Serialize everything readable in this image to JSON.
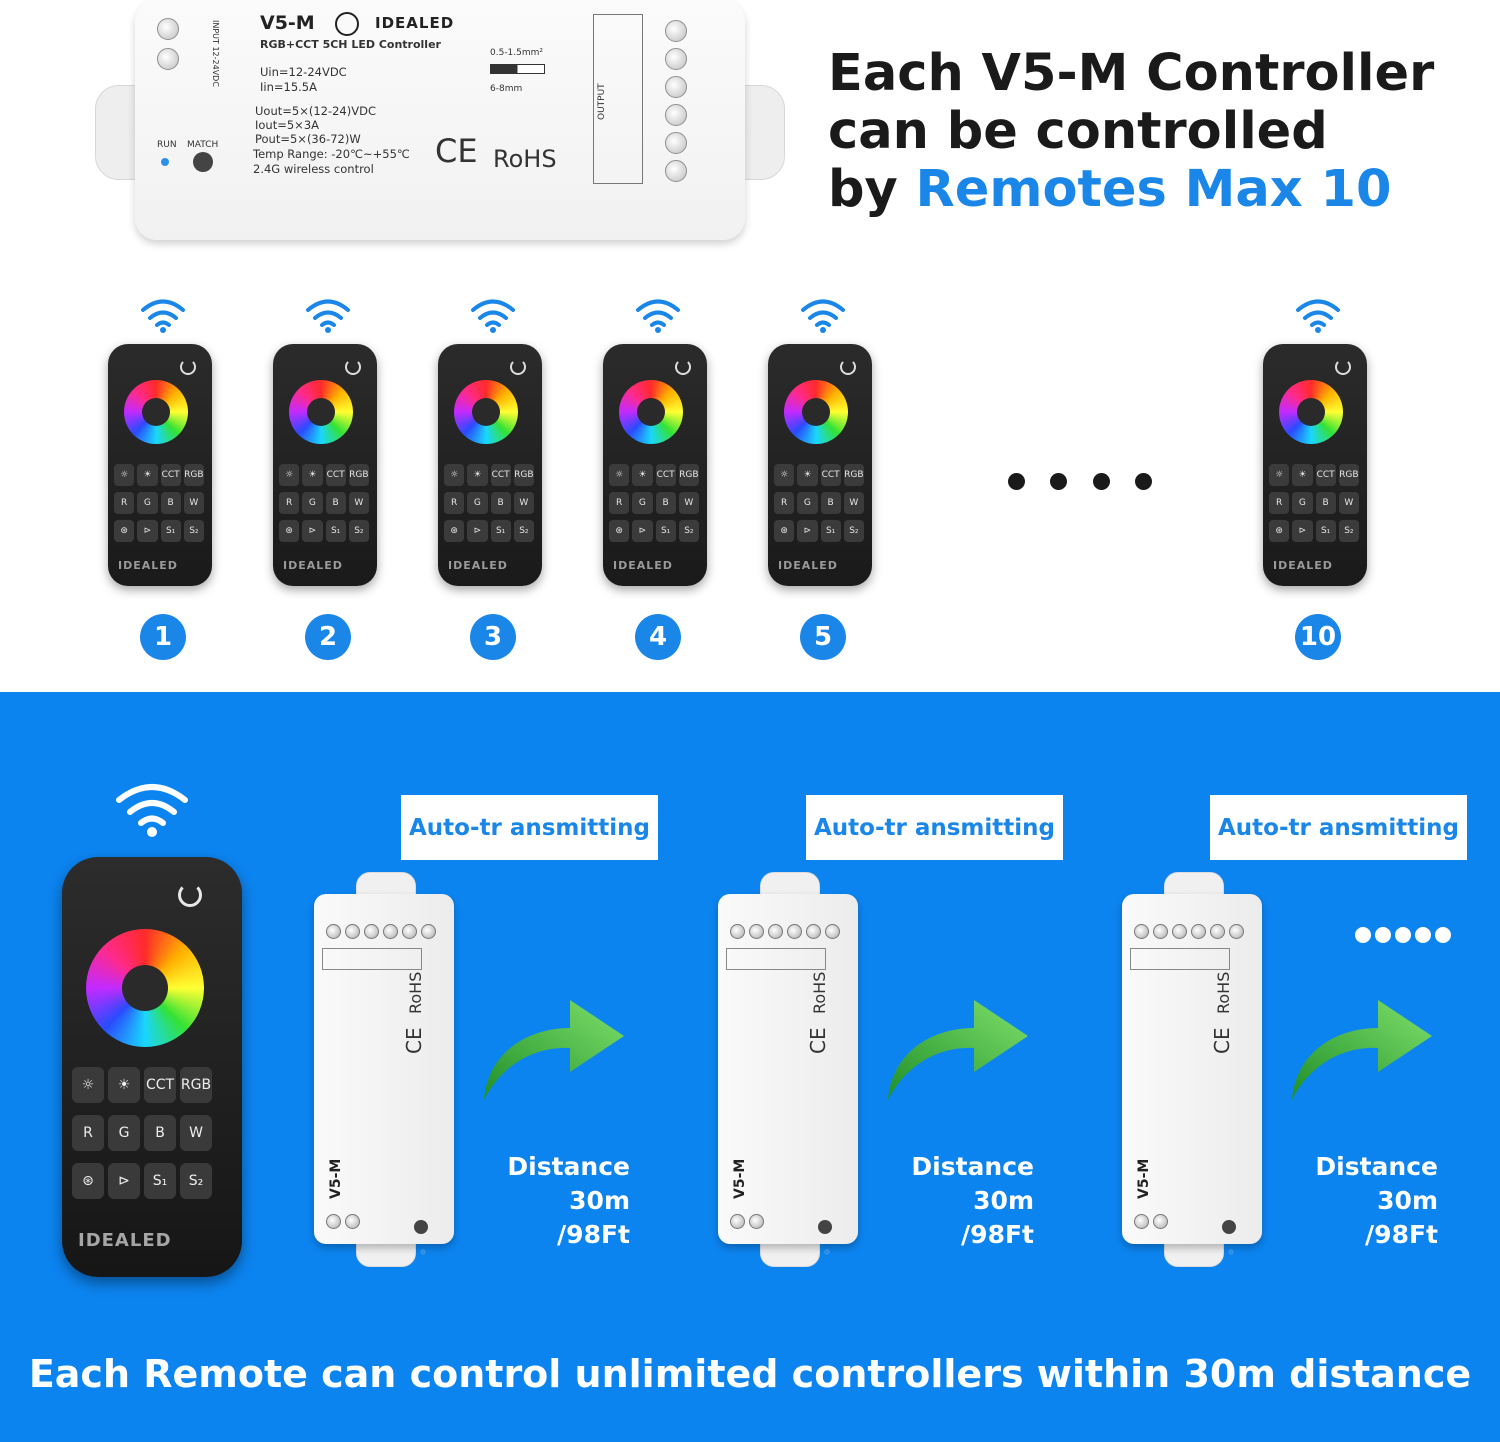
{
  "top_controller": {
    "model": "V5-M",
    "brand": "IDEALED",
    "subtitle": "RGB+CCT 5CH LED Controller",
    "input_label": "INPUT 12-24VDC",
    "spec_uin": "Uin=12-24VDC",
    "spec_iin": "Iin=15.5A",
    "spec_uout": "Uout=5×(12-24)VDC",
    "spec_iout": "Iout=5×3A",
    "spec_pout": "Pout=5×(36-72)W",
    "spec_temp": "Temp Range: -20℃~+55℃",
    "spec_wireless": "2.4G wireless control",
    "run_label": "RUN",
    "match_label": "MATCH",
    "ce_mark": "CE",
    "rohs_mark": "RoHS",
    "wire_size": "0.5-1.5mm²",
    "wire_strip": "6-8mm",
    "output_label": "OUTPUT"
  },
  "headline": {
    "line1": "Each V5-M Controller",
    "line2": "can be controlled",
    "line3_prefix": "by ",
    "line3_accent": "Remotes Max 10"
  },
  "remote_keys": [
    "☼",
    "☀",
    "CCT",
    "RGB",
    "R",
    "G",
    "B",
    "W",
    "⊛",
    "⊳",
    "S₁",
    "S₂"
  ],
  "remote_logo": "IDEALED",
  "remotes": [
    {
      "number": "1"
    },
    {
      "number": "2"
    },
    {
      "number": "3"
    },
    {
      "number": "4"
    },
    {
      "number": "5"
    },
    {
      "number": "10"
    }
  ],
  "chain": [
    {
      "auto_label": "Auto-tr ansmitting",
      "distance_line1": "Distance 30m",
      "distance_line2": "/98Ft"
    },
    {
      "auto_label": "Auto-tr ansmitting",
      "distance_line1": "Distance 30m",
      "distance_line2": "/98Ft"
    },
    {
      "auto_label": "Auto-tr ansmitting",
      "distance_line1": "Distance 30m",
      "distance_line2": "/98Ft"
    }
  ],
  "bottom_caption": "Each Remote can control unlimited controllers within 30m distance",
  "colors": {
    "accent_blue": "#1a87e8",
    "section_blue": "#0c84f0",
    "arrow_green": "#3cb63c"
  }
}
